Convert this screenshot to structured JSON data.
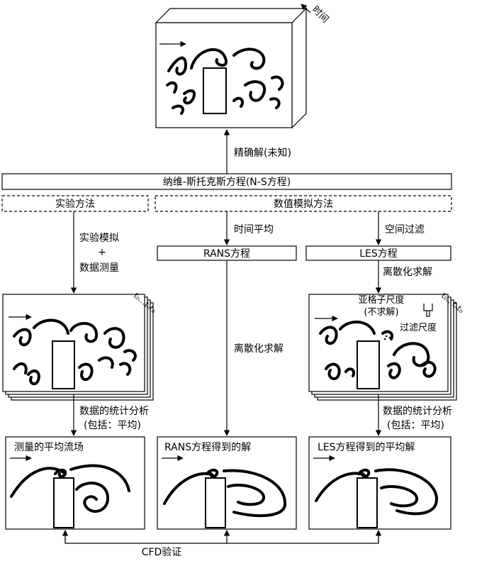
{
  "top": {
    "time_label": "时间",
    "exact_solution": "精确解(未知)"
  },
  "ns_equation": "纳维-斯托克斯方程(N-S方程)",
  "experimental_method": "实验方法",
  "numerical_method": "数值模拟方法",
  "left_path": {
    "line1": "实验模拟",
    "plus": "+",
    "line2": "数据测量"
  },
  "time_average": "时间平均",
  "spatial_filter": "空间过滤",
  "rans_eq": "RANS方程",
  "les_eq": "LES方程",
  "discretize_solve": "离散化求解",
  "les_discretize_solve": "离散化求解",
  "time_series": "t₀…tₙt₀",
  "subgrid": {
    "line1": "亚格子尺度",
    "line2": "(不求解)",
    "filter_scale": "过滤尺度"
  },
  "stats_left": {
    "line1": "数据的统计分析",
    "line2": "(包括：平均)"
  },
  "stats_right": {
    "line1": "数据的统计分析",
    "line2": "(包括：平均)"
  },
  "result_measured": "测量的平均流场",
  "result_rans": "RANS方程得到的解",
  "result_les": "LES方程得到的平均解",
  "cfd_validation": "CFD验证"
}
